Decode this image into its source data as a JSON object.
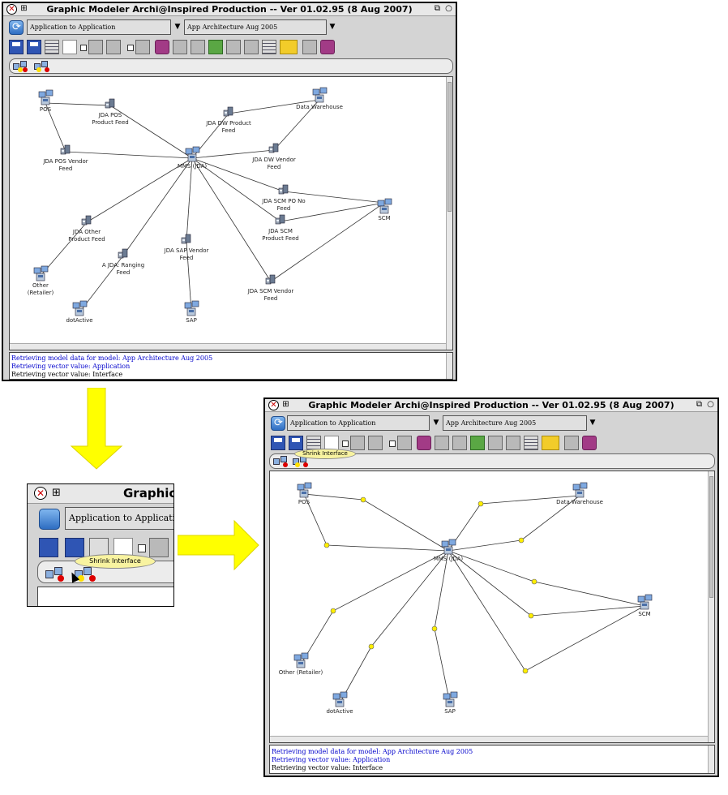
{
  "app": {
    "title": "Graphic Modeler Archi@Inspired Production -- Ver 01.02.95 (8 Aug 2007)",
    "zoom_title_fragment": "Graphic",
    "view_select": "Application to Application",
    "model_select": "App Architecture Aug 2005"
  },
  "tooltip": {
    "label": "Shrink Interface"
  },
  "log": [
    {
      "text": "Retrieving model data for model: App Architecture Aug 2005",
      "color": "blue"
    },
    {
      "text": "Retrieving vector value: Application",
      "color": "blue"
    },
    {
      "text": "Retrieving vector value: Interface",
      "color": "black"
    }
  ],
  "diagram_before": {
    "nodes": [
      {
        "id": "pos",
        "type": "server",
        "label": "POS"
      },
      {
        "id": "jda_pos_prod",
        "type": "interface",
        "label": "JDA POS Product Feed"
      },
      {
        "id": "jda_pos_vendor",
        "type": "interface",
        "label": "JDA POS Vendor Feed"
      },
      {
        "id": "mms",
        "type": "server",
        "label": "MMS (JDA)"
      },
      {
        "id": "jda_dw_prod",
        "type": "interface",
        "label": "JDA DW Product Feed"
      },
      {
        "id": "dw",
        "type": "server",
        "label": "Data Warehouse"
      },
      {
        "id": "jda_dw_vendor",
        "type": "interface",
        "label": "JDA DW Vendor Feed"
      },
      {
        "id": "jda_scm_po",
        "type": "interface",
        "label": "JDA SCM PO No Feed"
      },
      {
        "id": "scm",
        "type": "server",
        "label": "SCM"
      },
      {
        "id": "jda_scm_prod",
        "type": "interface",
        "label": "JDA SCM Product Feed"
      },
      {
        "id": "jda_other",
        "type": "interface",
        "label": "JDA Other Product Feed"
      },
      {
        "id": "jda_ranging",
        "type": "interface",
        "label": "A JDA: Ranging Feed"
      },
      {
        "id": "jda_sap_vendor",
        "type": "interface",
        "label": "JDA SAP Vendor Feed"
      },
      {
        "id": "jda_scm_vendor",
        "type": "interface",
        "label": "JDA SCM Vendor Feed"
      },
      {
        "id": "other_retailer",
        "type": "server",
        "label": "Other (Retailer)"
      },
      {
        "id": "dotactive",
        "type": "server",
        "label": "dotActive"
      },
      {
        "id": "sap",
        "type": "server",
        "label": "SAP"
      }
    ]
  },
  "diagram_after": {
    "nodes": [
      {
        "id": "pos",
        "label": "POS"
      },
      {
        "id": "dw",
        "label": "Data Warehouse"
      },
      {
        "id": "mms",
        "label": "MMS (JDA)"
      },
      {
        "id": "scm",
        "label": "SCM"
      },
      {
        "id": "other_retailer",
        "label": "Other (Retailer)"
      },
      {
        "id": "dotactive",
        "label": "dotActive"
      },
      {
        "id": "sap",
        "label": "SAP"
      }
    ],
    "interface_marker_color": "#ffee00"
  },
  "colors": {
    "arrow": "#ffff00",
    "log_blue": "#0000cc"
  }
}
